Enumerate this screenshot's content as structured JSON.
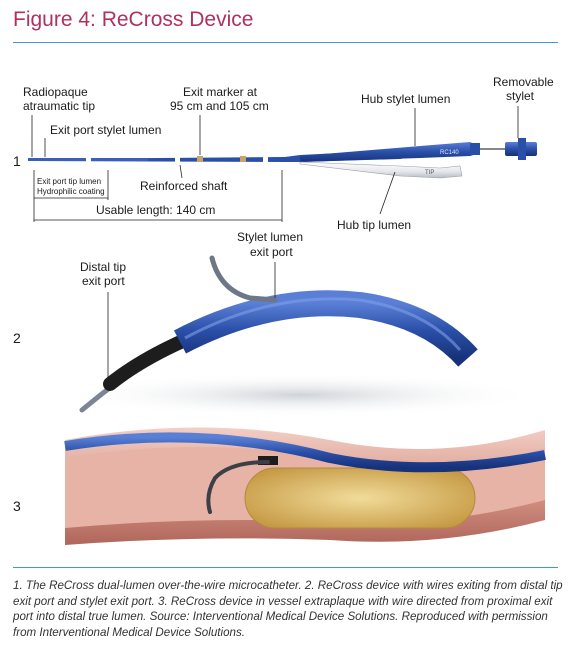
{
  "title": "Figure 4: ReCross Device",
  "panel_numbers": [
    "1",
    "2",
    "3"
  ],
  "labels": {
    "radiopaque_tip_line1": "Radiopaque",
    "radiopaque_tip_line2": "atraumatic tip",
    "exit_marker_line1": "Exit marker at",
    "exit_marker_line2": "95 cm and 105 cm",
    "exit_port_stylet_lumen": "Exit port stylet lumen",
    "hub_stylet_lumen": "Hub stylet lumen",
    "removable_stylet_line1": "Removable",
    "removable_stylet_line2": "stylet",
    "exit_port_tip_lumen": "Exit port tip lumen",
    "hydrophilic_coating": "Hydrophilic coating",
    "reinforced_shaft": "Reinforced shaft",
    "usable_length": "Usable length: 140 cm",
    "hub_tip_lumen": "Hub tip lumen",
    "stylet_lumen_exit_port_line1": "Stylet lumen",
    "stylet_lumen_exit_port_line2": "exit port",
    "distal_tip_exit_port_line1": "Distal tip",
    "distal_tip_exit_port_line2": "exit port",
    "hub_stylet_marking": "RC140",
    "hub_tip_marking": "TIP"
  },
  "caption": "1. The ReCross dual-lumen over-the-wire microcatheter. 2. ReCross device with wires exiting from distal tip exit port and stylet exit port. 3. ReCross device in vessel extraplaque with wire directed from proximal exit port into distal true lumen. Source: Interventional Medical Device Solutions. Reproduced with permission from Interventional Medical Device Solutions.",
  "colors": {
    "title": "#b0315f",
    "rule": "#3a9bd6",
    "catheter_blue": "#2a4fa8",
    "plaque": "#d9b86a",
    "vessel_wall": "#c9877a"
  }
}
